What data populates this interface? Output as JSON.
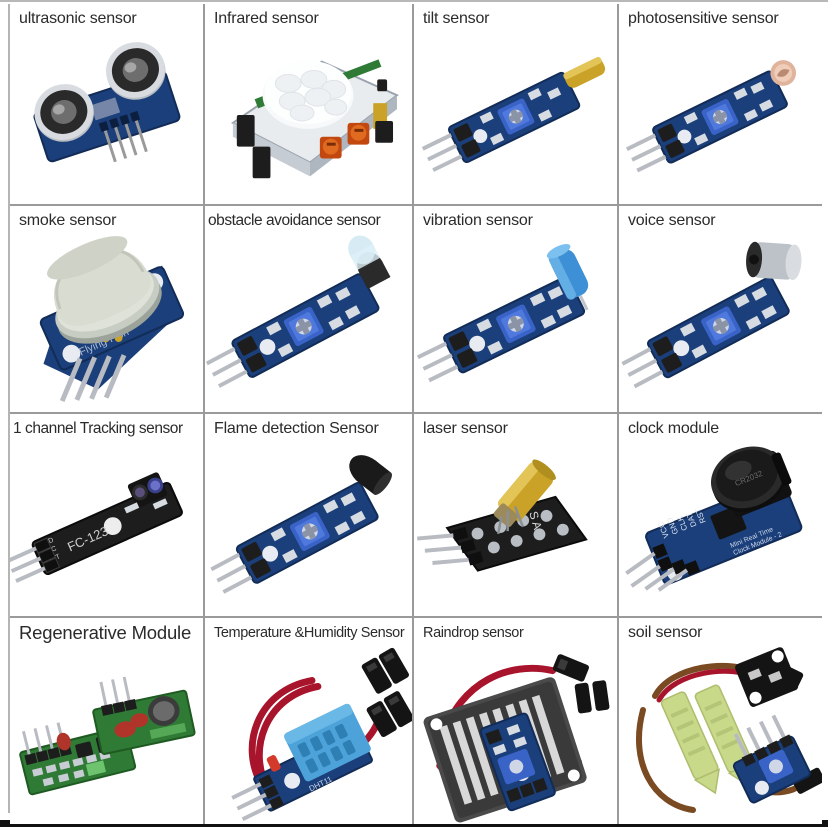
{
  "page": {
    "title": "Sensor module grid",
    "columns": 4,
    "rows": 4,
    "background_color": "#ffffff",
    "grid_line_color": "#9a9a9a",
    "label_color": "#2b2b2b",
    "bottom_border_color": "#111111"
  },
  "cells": [
    {
      "label": "ultrasonic sensor",
      "icon": "ultrasonic-sensor-image",
      "size": "normal"
    },
    {
      "label": "Infrared sensor",
      "icon": "infrared-pir-sensor-image",
      "size": "normal"
    },
    {
      "label": "tilt sensor",
      "icon": "tilt-sensor-image",
      "size": "normal"
    },
    {
      "label": "photosensitive sensor",
      "icon": "photosensitive-sensor-image",
      "size": "normal"
    },
    {
      "label": "smoke sensor",
      "icon": "smoke-sensor-image",
      "size": "normal"
    },
    {
      "label": "obstacle avoidance sensor",
      "icon": "obstacle-avoidance-sensor-image",
      "size": "tight"
    },
    {
      "label": "vibration sensor",
      "icon": "vibration-sensor-image",
      "size": "normal"
    },
    {
      "label": "voice sensor",
      "icon": "voice-sensor-image",
      "size": "normal"
    },
    {
      "label": "1 channel Tracking sensor",
      "icon": "tracking-sensor-image",
      "size": "tight"
    },
    {
      "label": "Flame detection Sensor",
      "icon": "flame-detection-sensor-image",
      "size": "normal"
    },
    {
      "label": "laser sensor",
      "icon": "laser-sensor-image",
      "size": "normal"
    },
    {
      "label": "clock module",
      "icon": "clock-module-image",
      "size": "normal"
    },
    {
      "label": "Regenerative Module",
      "icon": "regenerative-module-image",
      "size": "large"
    },
    {
      "label": "Temperature &Humidity Sensor",
      "icon": "temperature-humidity-sensor-image",
      "size": "small"
    },
    {
      "label": "Raindrop sensor",
      "icon": "raindrop-sensor-image",
      "size": "small"
    },
    {
      "label": "soil sensor",
      "icon": "soil-sensor-image",
      "size": "normal"
    }
  ],
  "colors": {
    "pcb_blue": "#1b3f7a",
    "pcb_blue_dark": "#122c57",
    "pcb_green": "#2f7a34",
    "pcb_black": "#1d1d1d",
    "trimpot_blue": "#3a63c8",
    "metal_silver": "#c9ced4",
    "gold": "#c9a227",
    "wire_red": "#a8142c",
    "wire_brown": "#7a4a22",
    "probe_green": "#c9d98a",
    "dht_blue": "#4da3d9"
  }
}
